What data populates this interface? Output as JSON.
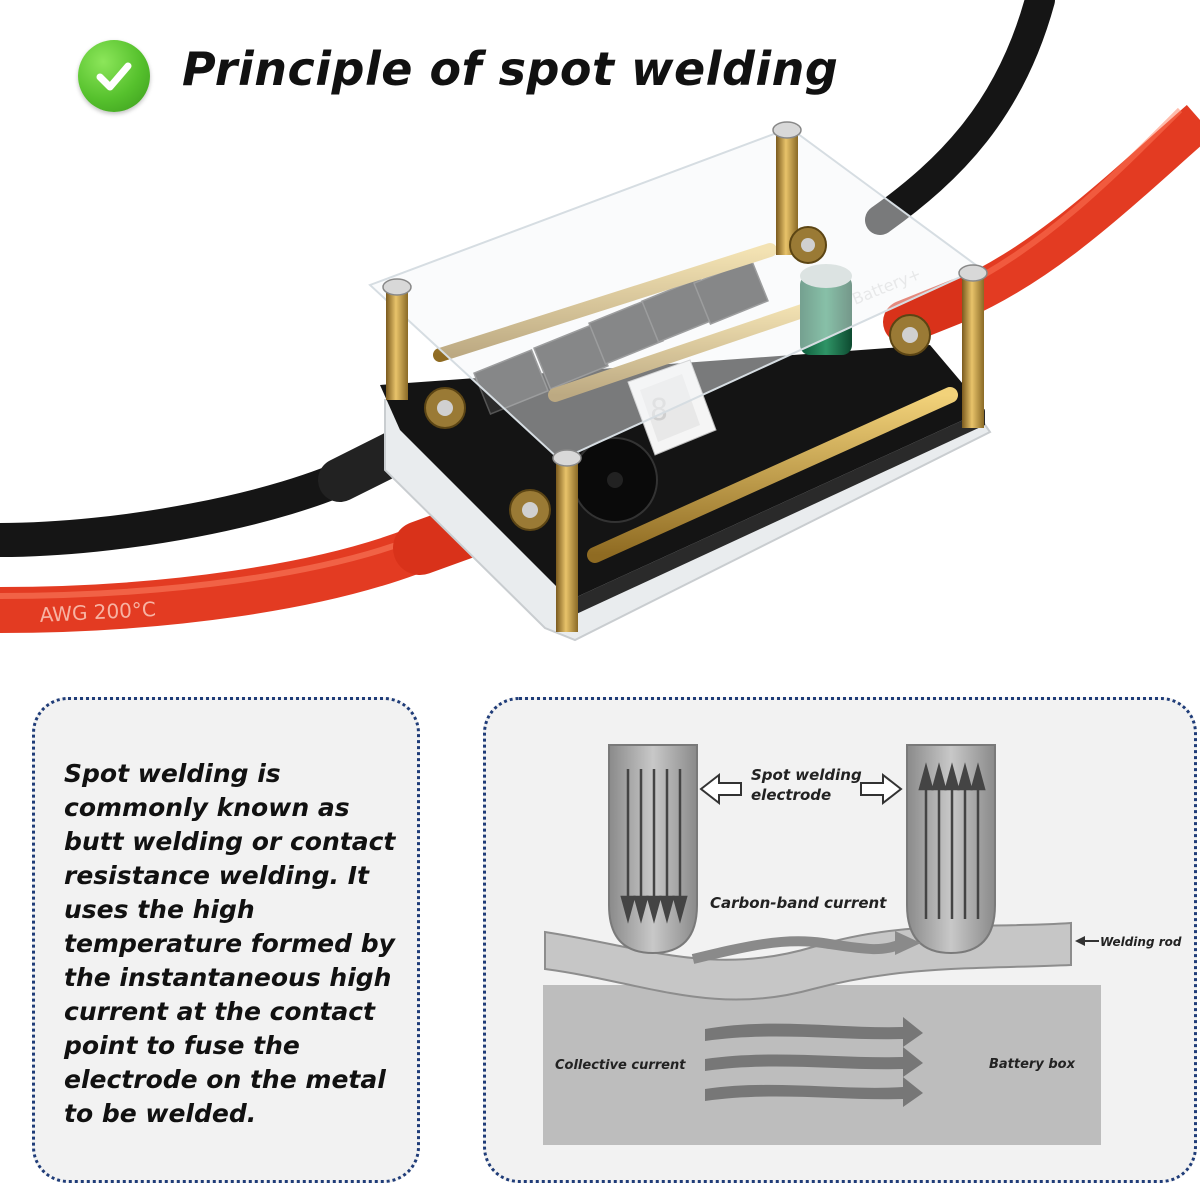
{
  "header": {
    "title": "Principle of spot welding",
    "badge_icon": "green-check-icon",
    "badge_color": "#56c12d"
  },
  "photo": {
    "board_label": "Battery+",
    "display_digit": "8",
    "cable_print": "AWG 200°C"
  },
  "description": {
    "text": "Spot welding is commonly known as butt welding or contact resistance welding. It uses the high temperature formed by the instantaneous high current at the contact point to fuse the electrode on the metal to be welded."
  },
  "diagram": {
    "labels": {
      "electrode": [
        "Spot welding",
        "electrode"
      ],
      "carbon_band_current": "Carbon-band current",
      "welding_rod": "Welding rod",
      "collective_current": "Collective current",
      "battery_box": "Battery box"
    }
  },
  "colors": {
    "panel_border": "#1f3c78",
    "panel_bg": "#f2f2f2",
    "cable_red": "#e33b22",
    "cable_black": "#151515"
  }
}
